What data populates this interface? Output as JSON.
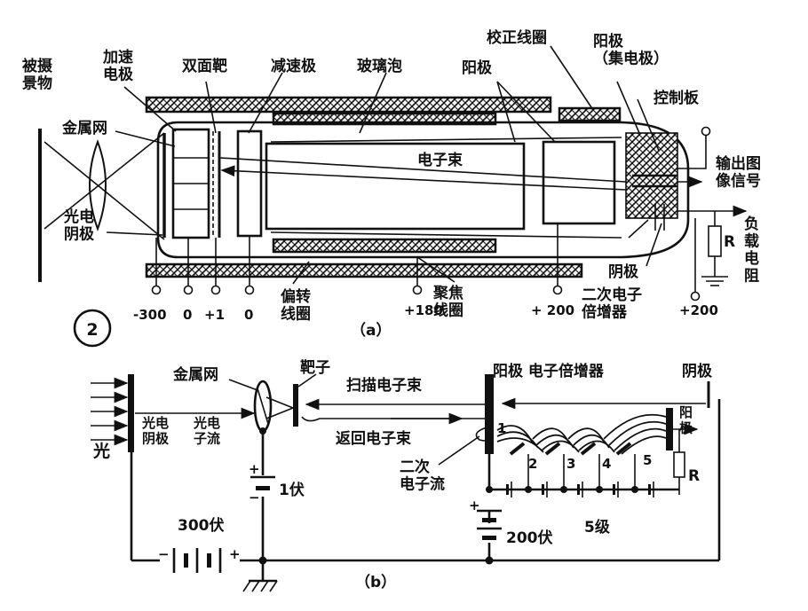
{
  "figure": {
    "circle_number": "2",
    "caption_a": "（a）",
    "caption_b": "（b）"
  },
  "part_a": {
    "labels": {
      "object": "被摄\n景物",
      "accel": "加速\n电极",
      "target": "双面靶",
      "decel": "减速极",
      "glass": "玻璃泡",
      "anode": "阳极",
      "correction": "校正线圈",
      "anode_collector": "阳极\n（集电极）",
      "mesh": "金属网",
      "control": "控制板",
      "beam": "电子束",
      "output": "输出图\n像信号",
      "photocathode": "光电\n阴极",
      "load": "负\n载\n电\n阻",
      "R": "R",
      "deflection": "偏转\n线圈",
      "focus": "聚焦\n线圈",
      "cathode": "阴极",
      "multiplier": "二次电子\n倍增器"
    },
    "voltages": [
      "-300",
      "0",
      "+1",
      "0",
      "+180",
      "+ 200",
      "+200"
    ]
  },
  "part_b": {
    "labels": {
      "mesh": "金属网",
      "target": "靶子",
      "scan_beam": "扫描电子束",
      "anode_mult": "阳极  电子倍增器",
      "cathode": "阴极",
      "light": "光",
      "photocathode": "光电\n阴极",
      "photoelectron": "光电\n子流",
      "return_beam": "返回电子束",
      "secondary": "二次\n电子流",
      "anode_right": "阳\n极",
      "R": "R",
      "battery_1v": "1伏",
      "battery_300v": "300伏",
      "battery_200v": "200伏",
      "stages": "5级",
      "stage_numbers": [
        "1",
        "2",
        "3",
        "4",
        "5"
      ]
    }
  }
}
